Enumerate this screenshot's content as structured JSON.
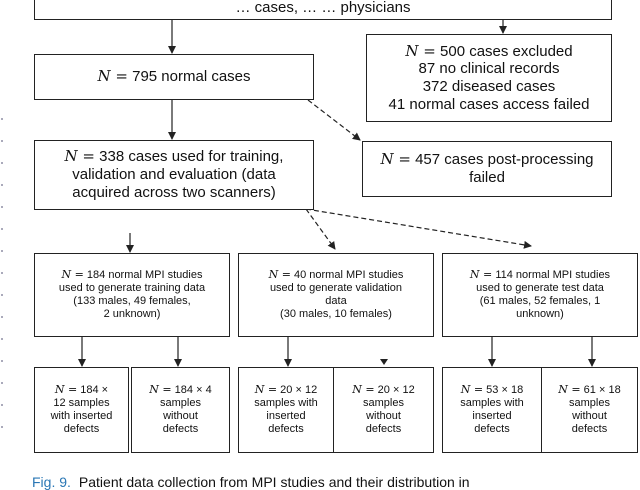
{
  "diagram": {
    "top_box": {
      "lines": [
        {
          "n": "",
          "text": "… cases, …                          … physicians"
        }
      ]
    },
    "excluded": {
      "lines": [
        {
          "n": "N =",
          "text": " 500 cases excluded"
        },
        {
          "n": "",
          "text": "87 no clinical records"
        },
        {
          "n": "",
          "text": "372 diseased cases"
        },
        {
          "n": "",
          "text": "41 normal cases access failed"
        }
      ]
    },
    "normal_cases": {
      "lines": [
        {
          "n": "N =",
          "text": " 795 normal cases"
        }
      ]
    },
    "used_cases": {
      "lines": [
        {
          "n": "N =",
          "text": " 338 cases used for training,"
        },
        {
          "n": "",
          "text": "validation and evaluation (data"
        },
        {
          "n": "",
          "text": "acquired across two scanners)"
        }
      ]
    },
    "postproc_failed": {
      "lines": [
        {
          "n": "N =",
          "text": " 457 cases post-processing"
        },
        {
          "n": "",
          "text": "failed"
        }
      ]
    },
    "training": {
      "lines": [
        {
          "n": "N =",
          "text": " 184 normal MPI studies"
        },
        {
          "n": "",
          "text": "used to generate training data"
        },
        {
          "n": "",
          "text": "(133 males, 49 females,"
        },
        {
          "n": "",
          "text": "2 unknown)"
        }
      ]
    },
    "validation": {
      "lines": [
        {
          "n": "N =",
          "text": " 40 normal MPI studies"
        },
        {
          "n": "",
          "text": "used to generate validation"
        },
        {
          "n": "",
          "text": "data"
        },
        {
          "n": "",
          "text": "(30 males, 10 females)"
        }
      ]
    },
    "test": {
      "lines": [
        {
          "n": "N =",
          "text": " 114 normal MPI studies"
        },
        {
          "n": "",
          "text": "used to generate test data"
        },
        {
          "n": "",
          "text": "(61 males, 52 females, 1"
        },
        {
          "n": "",
          "text": "unknown)"
        }
      ]
    },
    "train_with": {
      "lines": [
        {
          "n": "N =",
          "text": " 184 ×"
        },
        {
          "n": "",
          "text": "12 samples"
        },
        {
          "n": "",
          "text": "with inserted"
        },
        {
          "n": "",
          "text": "defects"
        }
      ]
    },
    "train_without": {
      "lines": [
        {
          "n": "N =",
          "text": " 184 × 4"
        },
        {
          "n": "",
          "text": "samples"
        },
        {
          "n": "",
          "text": "without"
        },
        {
          "n": "",
          "text": "defects"
        }
      ]
    },
    "val_with": {
      "lines": [
        {
          "n": "N =",
          "text": " 20 × 12"
        },
        {
          "n": "",
          "text": "samples with"
        },
        {
          "n": "",
          "text": "inserted"
        },
        {
          "n": "",
          "text": "defects"
        }
      ]
    },
    "val_without": {
      "lines": [
        {
          "n": "N =",
          "text": " 20 × 12"
        },
        {
          "n": "",
          "text": "samples"
        },
        {
          "n": "",
          "text": "without"
        },
        {
          "n": "",
          "text": "defects"
        }
      ]
    },
    "test_with": {
      "lines": [
        {
          "n": "N =",
          "text": " 53 × 18"
        },
        {
          "n": "",
          "text": "samples with"
        },
        {
          "n": "",
          "text": "inserted"
        },
        {
          "n": "",
          "text": "defects"
        }
      ]
    },
    "test_without": {
      "lines": [
        {
          "n": "N =",
          "text": " 61 × 18"
        },
        {
          "n": "",
          "text": "samples"
        },
        {
          "n": "",
          "text": "without"
        },
        {
          "n": "",
          "text": "defects"
        }
      ]
    }
  },
  "caption": {
    "label": "Fig. 9.",
    "text": "Patient data collection from MPI studies and their distribution in"
  }
}
